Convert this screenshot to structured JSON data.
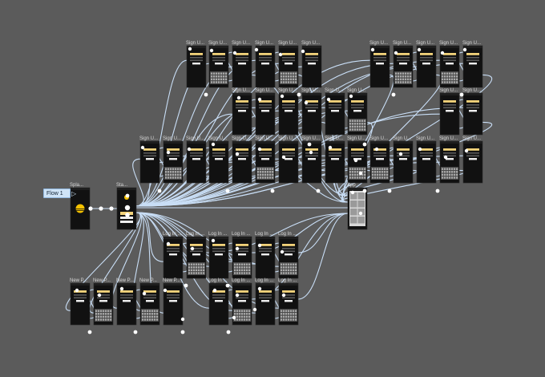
{
  "flow_label": "Flow 1",
  "play_icon": "play-icon",
  "frame_labels": {
    "splash": "Spla...",
    "start": "Sta...",
    "app": "App",
    "signup": "Sign U...",
    "login": "Log In ...",
    "newpass": "New P..."
  },
  "colors": {
    "background": "#5b5b5b",
    "connector": "#cfe6ff",
    "frame": "#111111",
    "accent": "#f2d27a",
    "sun": "#f5c200"
  }
}
